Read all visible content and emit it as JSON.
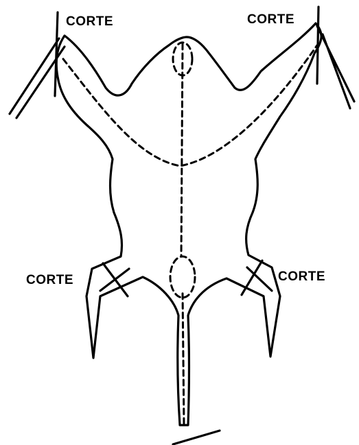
{
  "labels": {
    "cut_top_left": "CORTE",
    "cut_top_right": "CORTE",
    "cut_bottom_left": "CORTE",
    "cut_bottom_right": "CORTE"
  },
  "colors": {
    "ink": "#000000",
    "background": "#ffffff"
  }
}
